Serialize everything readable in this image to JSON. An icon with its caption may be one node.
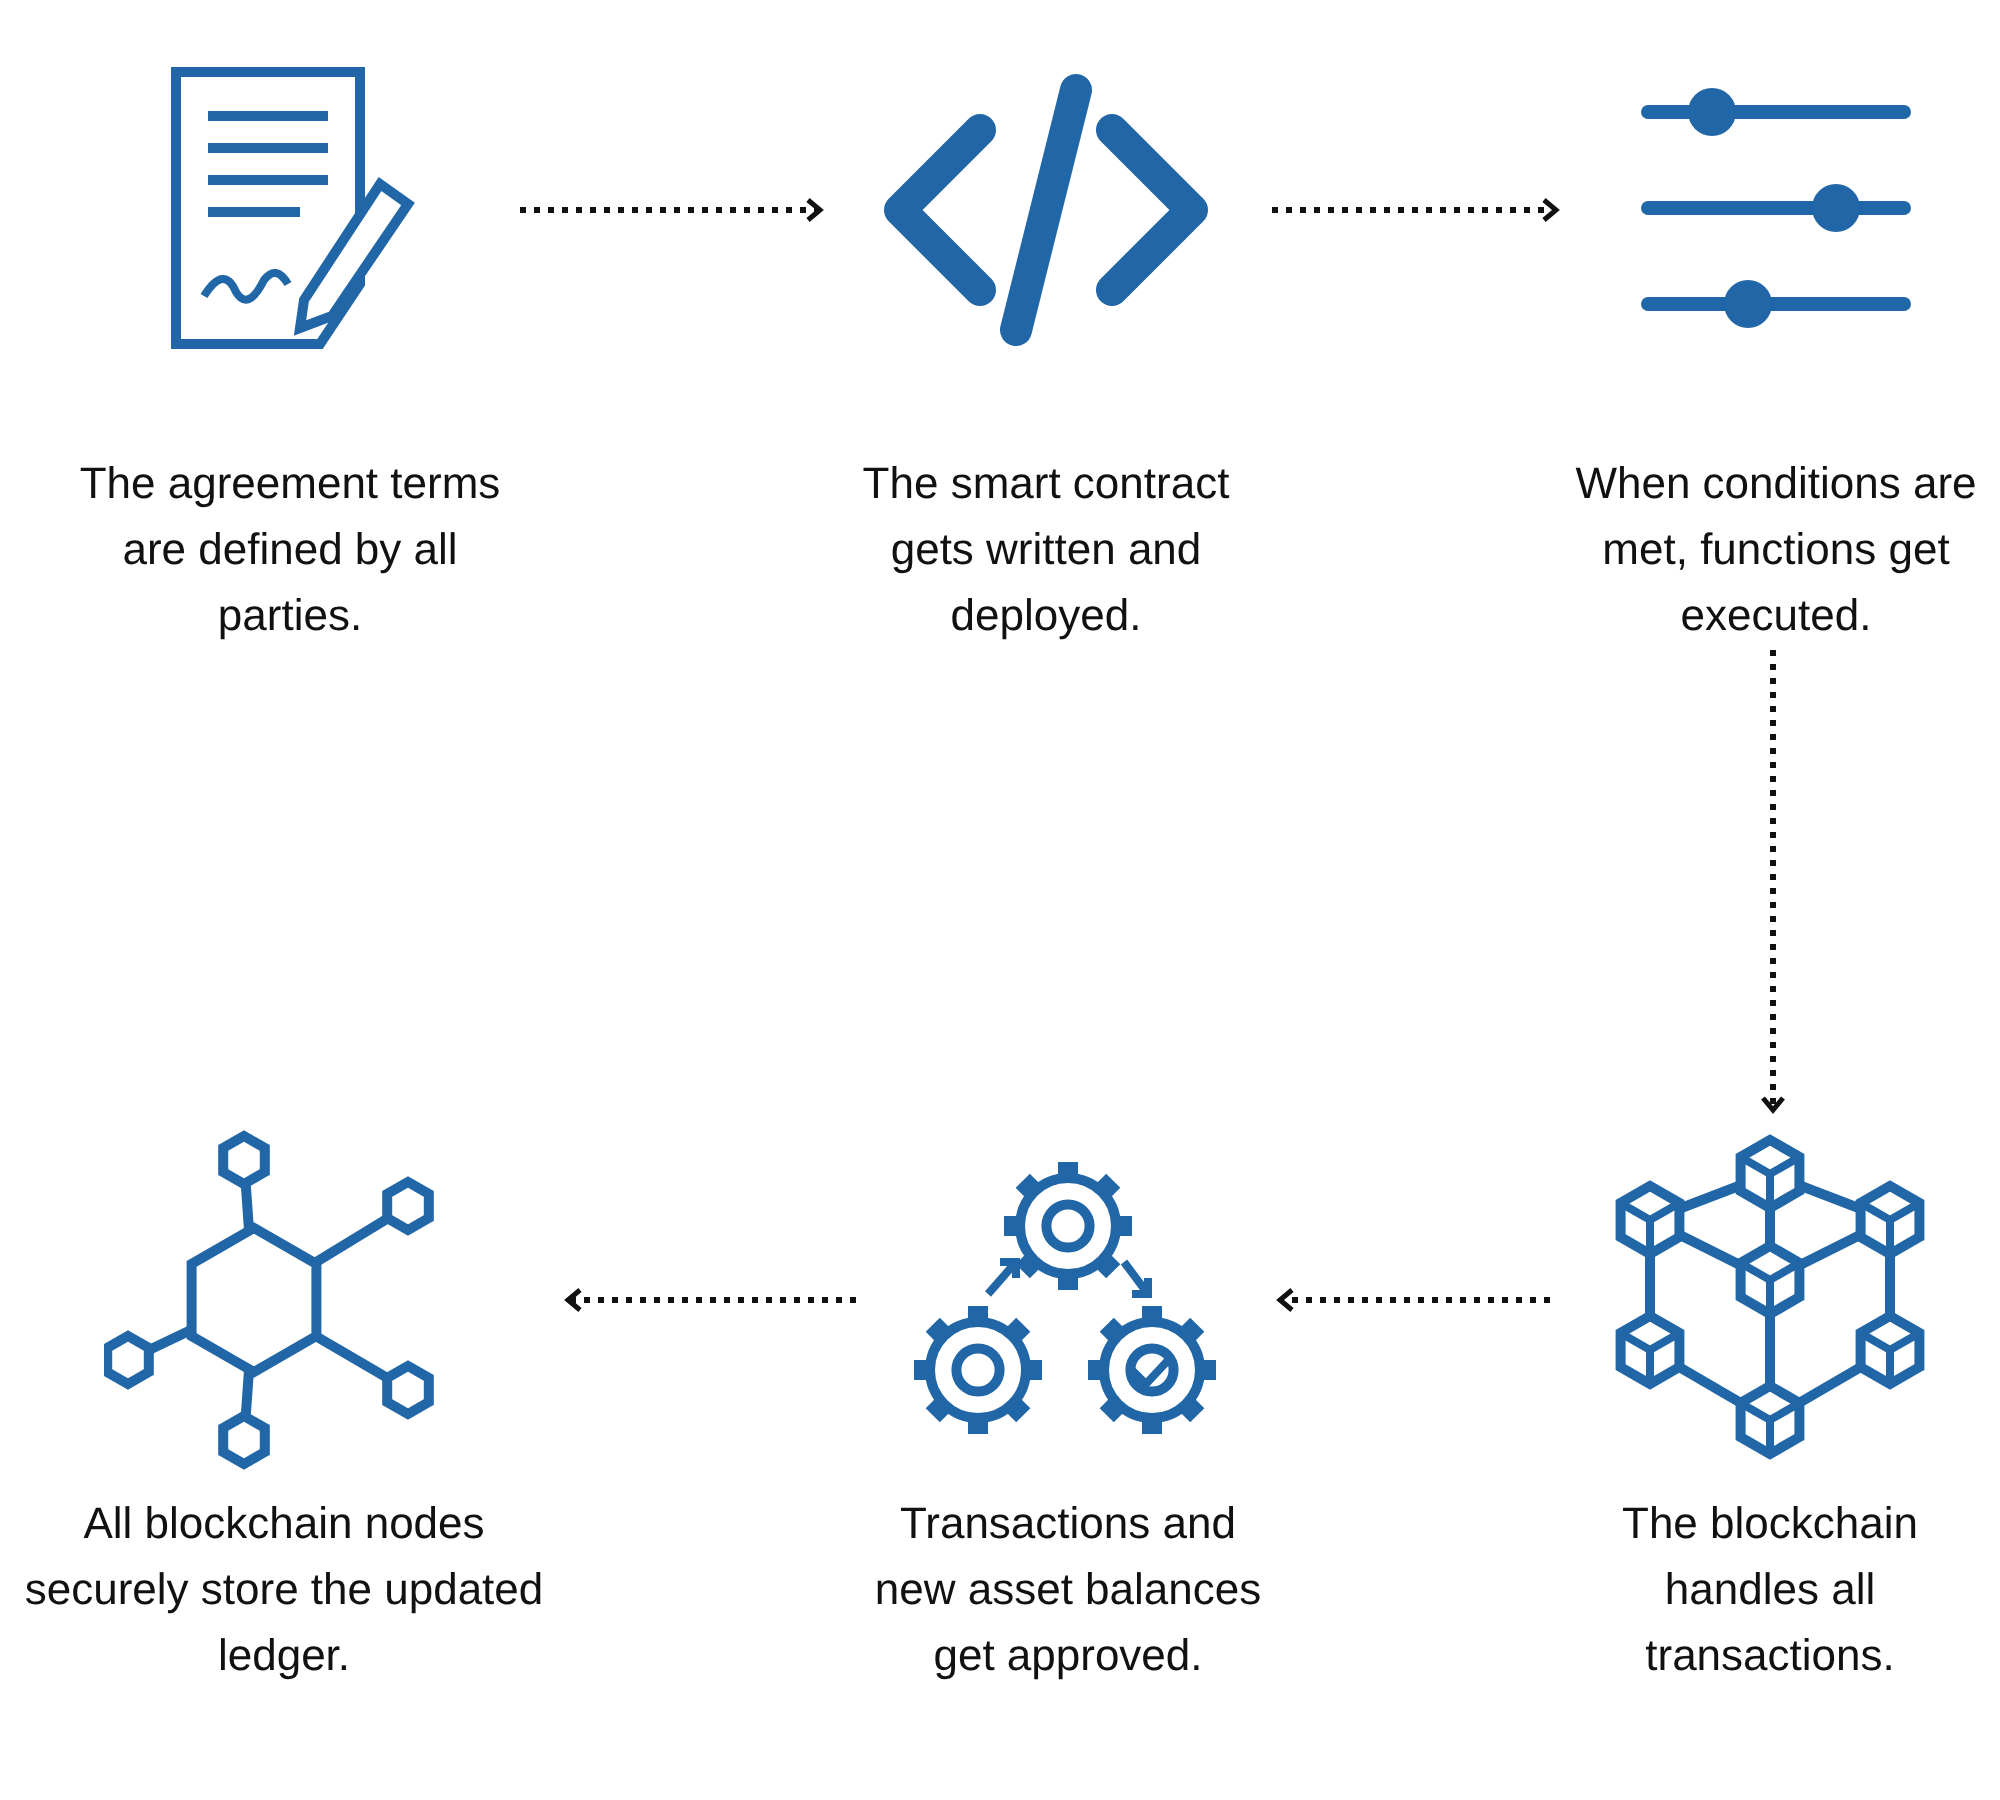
{
  "diagram": {
    "nodes": [
      {
        "text": [
          "The agreement terms are defined by all parties."
        ]
      },
      {
        "text": [
          "The smart contract gets written and deployed."
        ]
      },
      {
        "text": [
          "When conditions are met, functions get executed."
        ]
      },
      {
        "text": [
          "The blockchain handles all transactions."
        ]
      },
      {
        "text": [
          "Transactions and new asset balances get approved."
        ]
      },
      {
        "text": [
          "All blockchain nodes securely store the updated ledger."
        ]
      }
    ],
    "edges": [
      {
        "from": 0,
        "to": 1,
        "arrow": "to",
        "style": "dashed"
      },
      {
        "from": 1,
        "to": 2,
        "arrow": "to",
        "style": "dashed"
      },
      {
        "from": 2,
        "to": 3,
        "arrow": "to",
        "style": "dashed"
      },
      {
        "from": 3,
        "to": 4,
        "arrow": "to",
        "style": "dashed"
      },
      {
        "from": 4,
        "to": 5,
        "arrow": "to",
        "style": "dashed"
      }
    ]
  }
}
